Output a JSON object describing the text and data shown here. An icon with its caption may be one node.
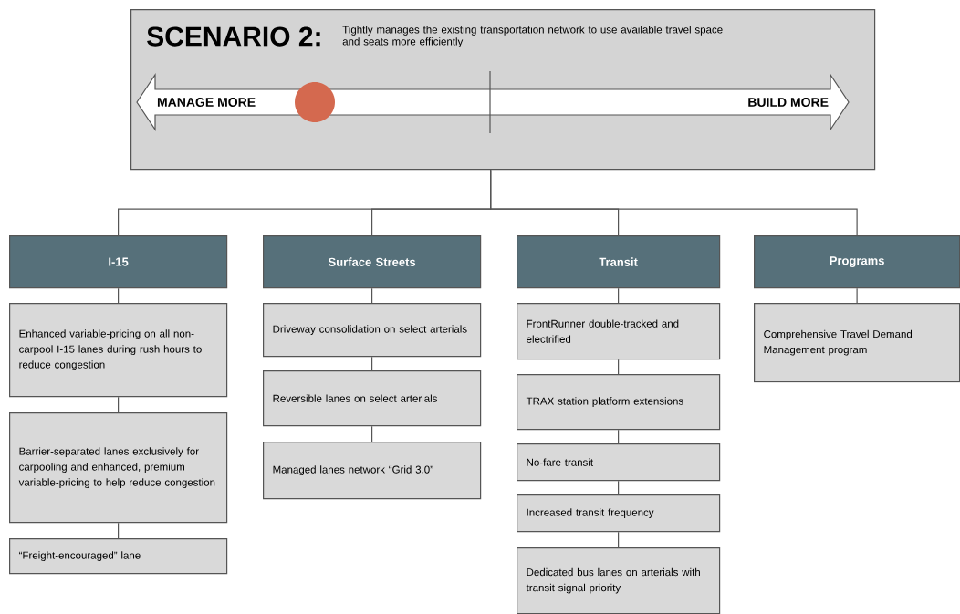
{
  "diagram": {
    "nodes": [
      {
        "text": [
          "SCENARIO 2:",
          "Tightly manages the existing transportation network to use available travel space and seats more efficiently"
        ]
      },
      {
        "text": [
          "MANAGE MORE",
          "BUILD MORE"
        ],
        "in": 0
      },
      {
        "text": [
          "I-15"
        ]
      },
      {
        "text": [
          "Surface Streets"
        ]
      },
      {
        "text": [
          "Transit"
        ]
      },
      {
        "text": [
          "Programs"
        ]
      },
      {
        "text": [
          "Enhanced variable-pricing on all non-carpool I-15 lanes during rush hours to reduce congestion"
        ]
      },
      {
        "text": [
          "Barrier-separated lanes exclusively for carpooling and enhanced, premium variable-pricing to help reduce congestion"
        ]
      },
      {
        "text": [
          "“Freight-encouraged” lane"
        ]
      },
      {
        "text": [
          "Driveway consolidation on select arterials"
        ]
      },
      {
        "text": [
          "Reversible lanes on select arterials"
        ]
      },
      {
        "text": [
          "Managed lanes network “Grid 3.0”"
        ]
      },
      {
        "text": [
          "FrontRunner double-tracked and electrified"
        ]
      },
      {
        "text": [
          "TRAX station platform extensions"
        ]
      },
      {
        "text": [
          "No-fare transit"
        ]
      },
      {
        "text": [
          "Increased transit frequency"
        ]
      },
      {
        "text": [
          "Dedicated bus lanes on arterials with transit signal priority"
        ]
      },
      {
        "text": [
          "Comprehensive Travel Demand Management program"
        ]
      }
    ],
    "edges": [
      {
        "from": 0,
        "to": 2,
        "arrow": "none"
      },
      {
        "from": 0,
        "to": 3,
        "arrow": "none"
      },
      {
        "from": 0,
        "to": 4,
        "arrow": "none"
      },
      {
        "from": 0,
        "to": 5,
        "arrow": "none"
      },
      {
        "from": 2,
        "to": 6,
        "arrow": "none"
      },
      {
        "from": 6,
        "to": 7,
        "arrow": "none"
      },
      {
        "from": 7,
        "to": 8,
        "arrow": "none"
      },
      {
        "from": 3,
        "to": 9,
        "arrow": "none"
      },
      {
        "from": 9,
        "to": 10,
        "arrow": "none"
      },
      {
        "from": 10,
        "to": 11,
        "arrow": "none"
      },
      {
        "from": 4,
        "to": 12,
        "arrow": "none"
      },
      {
        "from": 12,
        "to": 13,
        "arrow": "none"
      },
      {
        "from": 13,
        "to": 14,
        "arrow": "none"
      },
      {
        "from": 14,
        "to": 15,
        "arrow": "none"
      },
      {
        "from": 15,
        "to": 16,
        "arrow": "none"
      },
      {
        "from": 5,
        "to": 17,
        "arrow": "none"
      }
    ]
  }
}
